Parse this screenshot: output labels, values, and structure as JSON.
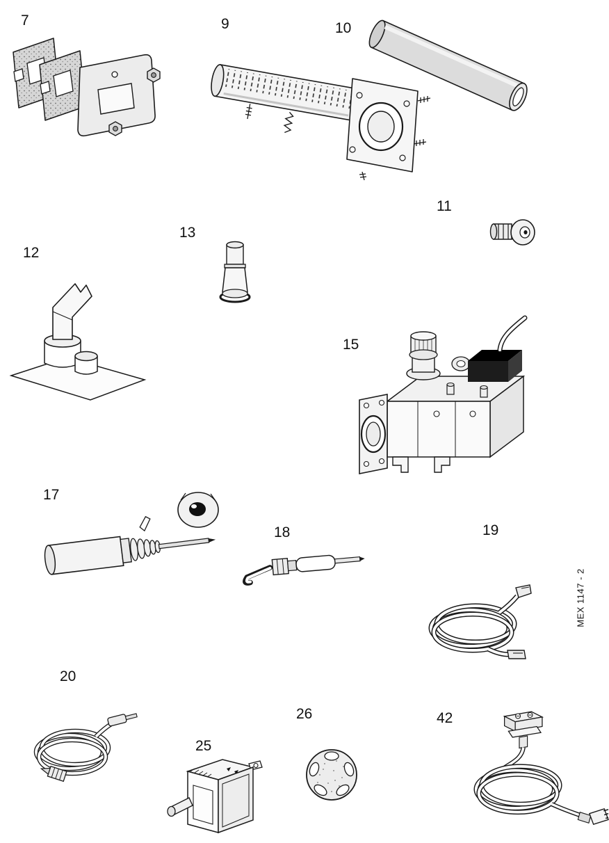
{
  "page": {
    "reference_code": "MEX 1147 - 2",
    "background_color": "#ffffff",
    "line_color": "#1a1a1a"
  },
  "parts": [
    {
      "number": "7",
      "name": "gasket-plates-and-flange"
    },
    {
      "number": "9",
      "name": "burner-tube-with-mounting-flange"
    },
    {
      "number": "10",
      "name": "plain-tube"
    },
    {
      "number": "11",
      "name": "nozzle-fitting"
    },
    {
      "number": "12",
      "name": "flue-elbow-on-plate"
    },
    {
      "number": "13",
      "name": "injector"
    },
    {
      "number": "15",
      "name": "gas-control-valve"
    },
    {
      "number": "17",
      "name": "igniter-assembly"
    },
    {
      "number": "18",
      "name": "ignition-electrode"
    },
    {
      "number": "19",
      "name": "ignition-cable-coil"
    },
    {
      "number": "20",
      "name": "thermocouple-coil"
    },
    {
      "number": "25",
      "name": "toggle-switch"
    },
    {
      "number": "26",
      "name": "control-knob"
    },
    {
      "number": "42",
      "name": "wiring-harness"
    }
  ]
}
